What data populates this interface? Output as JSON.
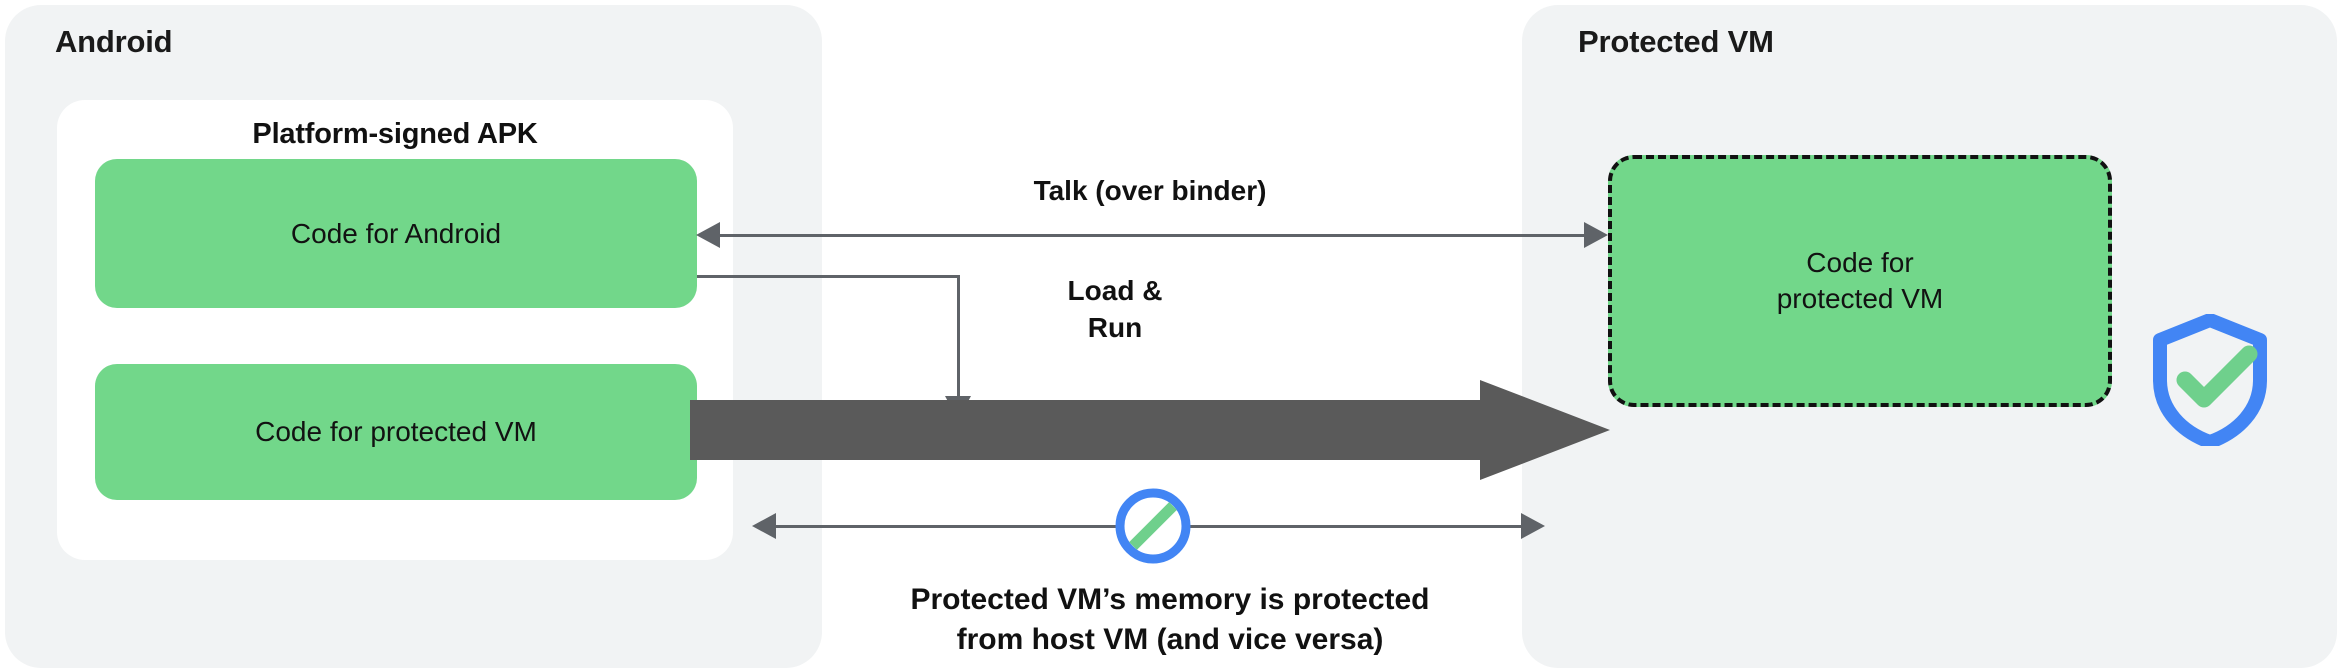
{
  "diagram": {
    "title_left": "Android",
    "title_right": "Protected VM",
    "colors": {
      "panel_bg": "#f1f3f4",
      "card_bg": "#ffffff",
      "code_box": "#72d78a",
      "arrow_gray": "#5f6368",
      "thick_arrow": "#5a5a5a",
      "shield_blue": "#4285f4",
      "check_green": "#6fd08c",
      "text": "#111111"
    }
  },
  "android": {
    "panel_label": "Android",
    "apk_card": {
      "title": "Platform-signed APK",
      "boxes": [
        {
          "label": "Code for Android"
        },
        {
          "label": "Code for protected VM"
        }
      ]
    }
  },
  "protected_vm": {
    "panel_label": "Protected VM",
    "box": {
      "label": "Code for\nprotected VM",
      "line1": "Code for",
      "line2": "protected VM"
    },
    "shield_icon_name": "shield-check-icon"
  },
  "connections": {
    "talk": {
      "label": "Talk (over binder)",
      "direction": "bidirectional"
    },
    "load_run": {
      "label": "Load &\nRun",
      "line1": "Load &",
      "line2": "Run",
      "direction": "down"
    },
    "thick_load": {
      "label": "",
      "direction": "right"
    },
    "memory_isolation": {
      "line1": "Protected VM’s memory is protected",
      "line2": "from host VM (and vice versa)",
      "direction": "bidirectional",
      "blocked_icon_name": "prohibition-icon"
    }
  }
}
